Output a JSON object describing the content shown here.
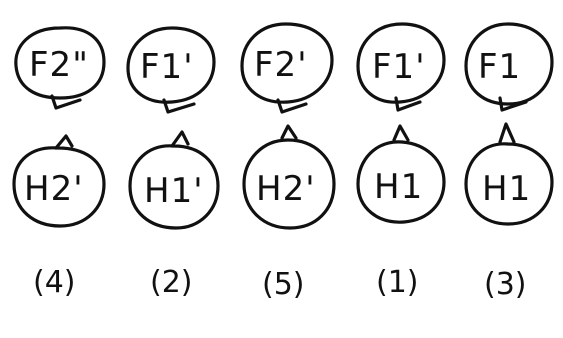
{
  "columns": [
    {
      "top_label": "F2\"",
      "bottom_label": "H2'",
      "number": "(4)"
    },
    {
      "top_label": "F1'",
      "bottom_label": "H1'",
      "number": "(2)"
    },
    {
      "top_label": "F2'",
      "bottom_label": "H2'",
      "number": "(5)"
    },
    {
      "top_label": "F1'",
      "bottom_label": "H1",
      "number": "(1)"
    },
    {
      "top_label": "F1",
      "bottom_label": "H1",
      "number": "(3)"
    }
  ],
  "ink_color": "#111111",
  "background_color": "#ffffff"
}
